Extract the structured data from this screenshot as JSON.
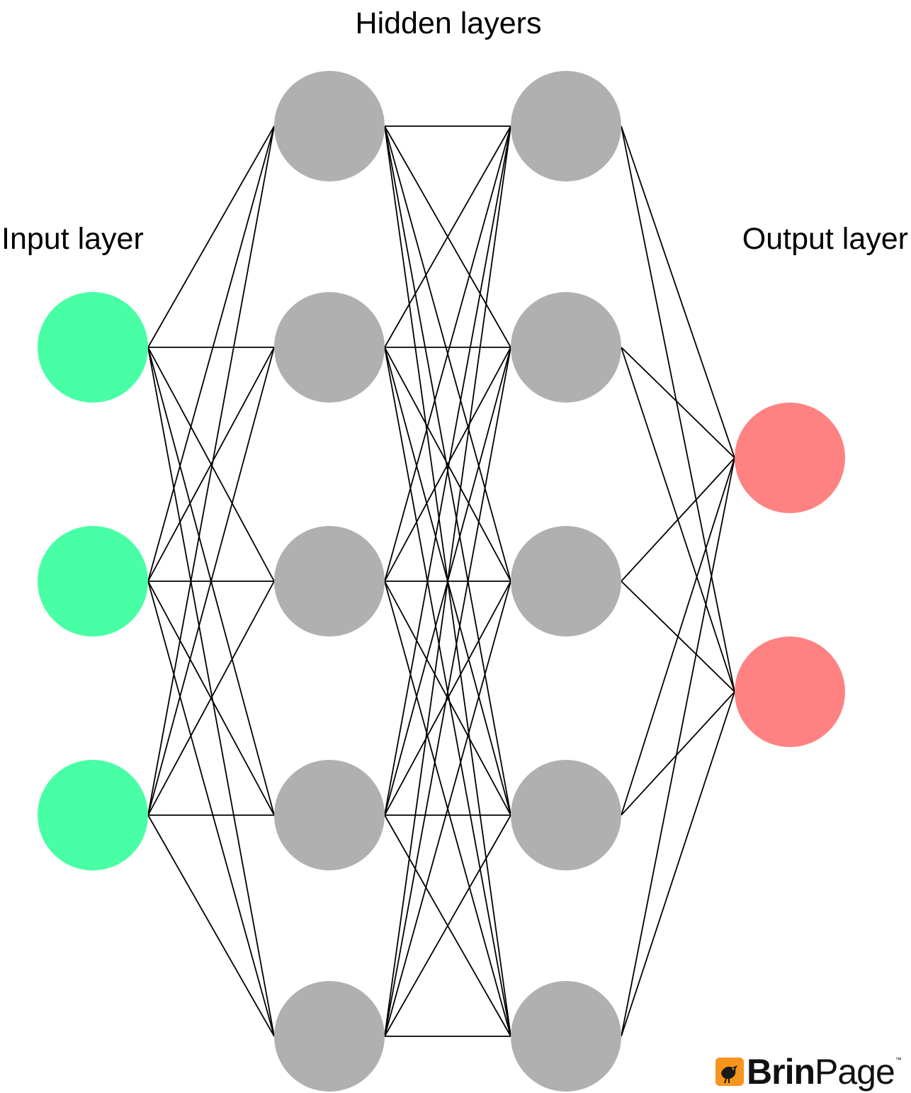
{
  "labels": {
    "hidden": "Hidden layers",
    "input": "Input layer",
    "output": "Output layer"
  },
  "layers": [
    {
      "name": "input",
      "nodes": 3,
      "color": "#48FFA6"
    },
    {
      "name": "hidden-1",
      "nodes": 5,
      "color": "#B0B0B0"
    },
    {
      "name": "hidden-2",
      "nodes": 5,
      "color": "#B0B0B0"
    },
    {
      "name": "output",
      "nodes": 2,
      "color": "#FF8282"
    }
  ],
  "edge_color": "#000000",
  "connectivity": "fully-connected",
  "brand": {
    "name_bold": "Brin",
    "name_regular": "Page",
    "trademark": "™",
    "mark_color": "#F7941D",
    "icon": "bird-icon"
  }
}
